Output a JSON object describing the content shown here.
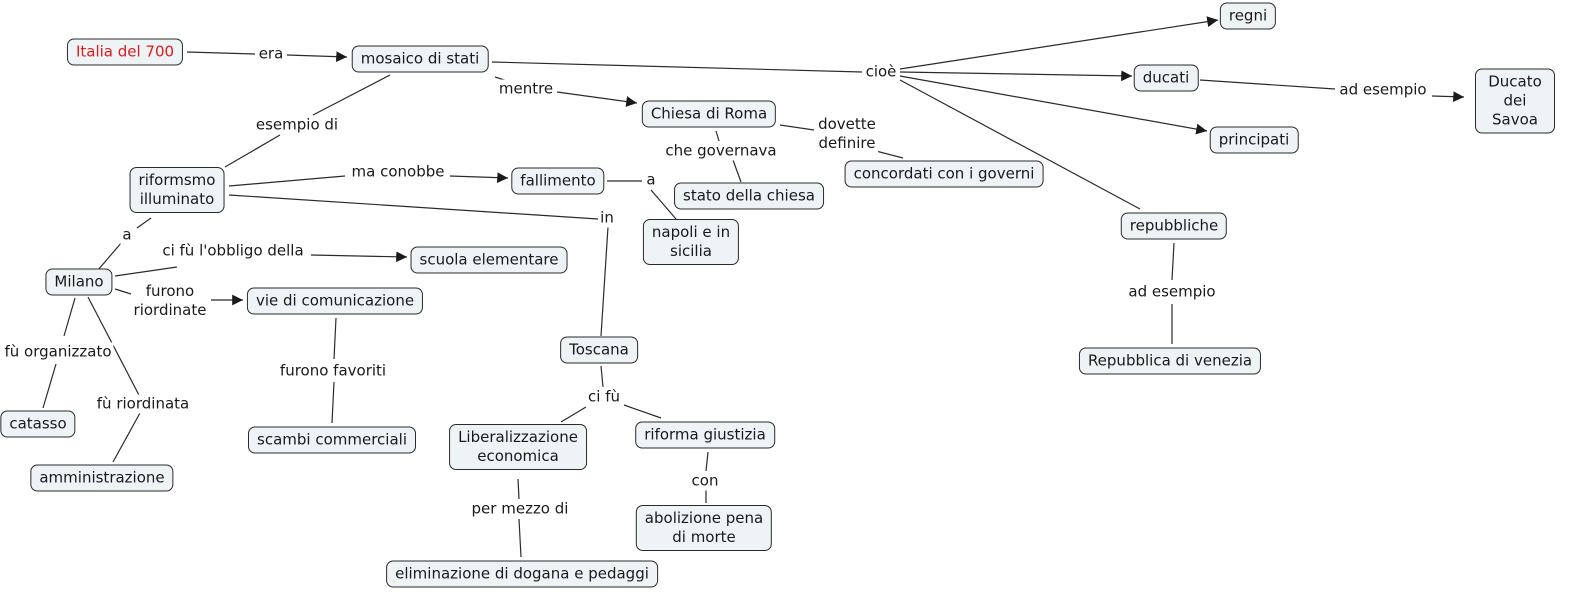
{
  "concepts": {
    "italia": "Italia del 700",
    "mosaico": "mosaico di stati",
    "regni": "regni",
    "ducati": "ducati",
    "ducato_savoia": "Ducato dei\nSavoa",
    "principati": "principati",
    "repubbliche": "repubbliche",
    "venezia": "Repubblica di venezia",
    "chiesa": "Chiesa di Roma",
    "stato_chiesa": "stato della chiesa",
    "concordati": "concordati con i governi",
    "riformismo": "riformsmo\nilluminato",
    "fallimento": "fallimento",
    "napoli": "napoli e in\nsicilia",
    "milano": "Milano",
    "scuola": "scuola elementare",
    "vie": "vie di comunicazione",
    "scambi": "scambi commerciali",
    "catasso": "catasso",
    "amministrazione": "amministrazione",
    "toscana": "Toscana",
    "liberalizzazione": "Liberalizzazione\neconomica",
    "riforma_giustizia": "riforma giustizia",
    "eliminazione": "eliminazione di dogana e pedaggi",
    "abolizione": "abolizione pena\ndi morte"
  },
  "links": {
    "era": "era",
    "cioe": "cioè",
    "ad_esempio_ducati": "ad esempio",
    "ad_esempio_rep": "ad esempio",
    "mentre": "mentre",
    "esempio_di": "esempio di",
    "che_governava": "che governava",
    "dovette_definire": "dovette\ndefinire",
    "ma_conobbe": "ma conobbe",
    "a_napoli": "a",
    "in": "in",
    "a_milano": "a",
    "ci_fu_obbligo": "ci fù l'obbligo della",
    "furono_riordinate": "furono\nriordinate",
    "furono_favoriti": "furono favoriti",
    "fu_organizzato": "fù organizzato",
    "fu_riordinata": "fù riordinata",
    "ci_fu": "ci fù",
    "per_mezzo_di": "per mezzo di",
    "con": "con"
  },
  "colors": {
    "root_text": "#e01b1b",
    "node_fill": "#eef3f5",
    "line": "#2b2b2b"
  }
}
